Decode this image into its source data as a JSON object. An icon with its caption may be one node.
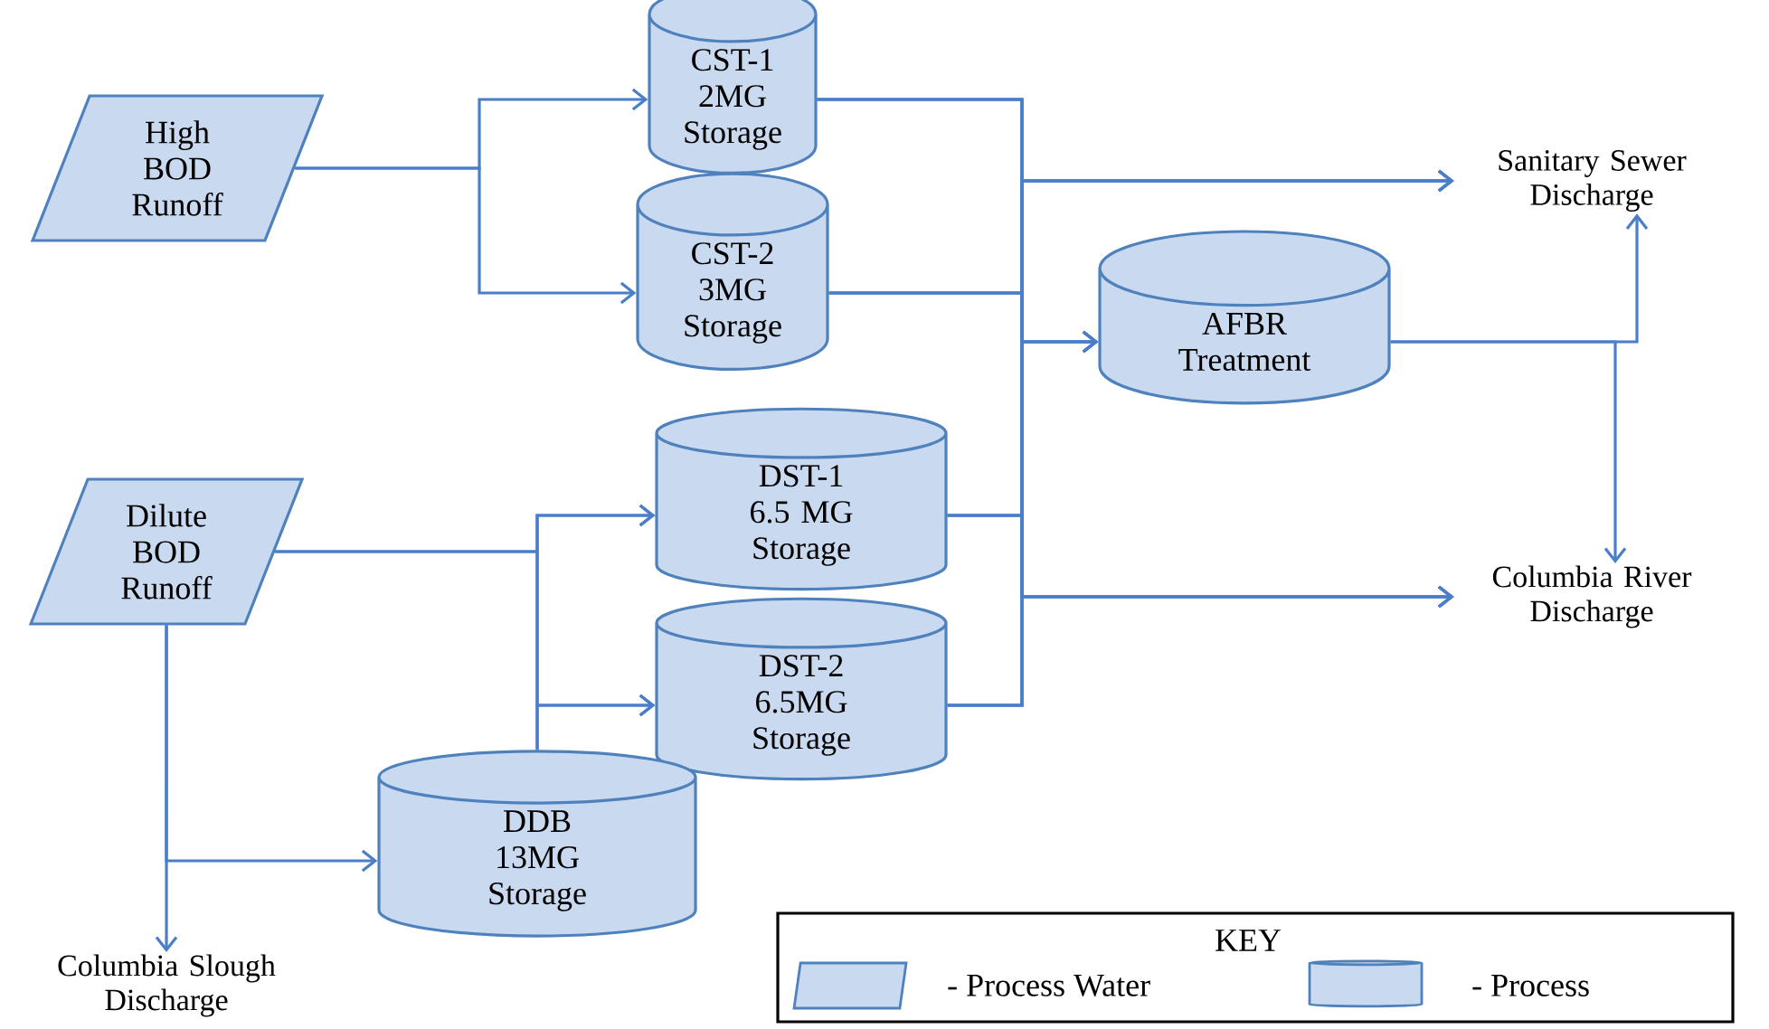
{
  "diagram": {
    "nodes": [
      {
        "text": [
          "High BOD Runoff"
        ]
      },
      {
        "text": [
          "CST-1 2MG Storage"
        ]
      },
      {
        "text": [
          "CST-2 3MG Storage"
        ]
      },
      {
        "text": [
          "AFBR Treatment"
        ]
      },
      {
        "text": [
          "Sanitary Sewer Discharge"
        ]
      },
      {
        "text": [
          "Dilute BOD Runoff"
        ]
      },
      {
        "text": [
          "DST-1 6.5 MG Storage"
        ]
      },
      {
        "text": [
          "DST-2 6.5MG Storage"
        ]
      },
      {
        "text": [
          "Columbia River Discharge"
        ]
      },
      {
        "text": [
          "DDB 13MG Storage"
        ]
      },
      {
        "text": [
          "Columbia Slough Discharge"
        ]
      }
    ],
    "edges": [
      {
        "from": 0,
        "to": 1,
        "arrow": "to"
      },
      {
        "from": 0,
        "to": 2,
        "arrow": "to"
      },
      {
        "from": 1,
        "to": 4,
        "arrow": "to"
      },
      {
        "from": 1,
        "to": 3,
        "arrow": "to"
      },
      {
        "from": 1,
        "to": 8,
        "arrow": "to"
      },
      {
        "from": 2,
        "to": 4,
        "arrow": "to"
      },
      {
        "from": 2,
        "to": 3,
        "arrow": "to"
      },
      {
        "from": 2,
        "to": 8,
        "arrow": "to"
      },
      {
        "from": 6,
        "to": 4,
        "arrow": "to"
      },
      {
        "from": 6,
        "to": 3,
        "arrow": "to"
      },
      {
        "from": 6,
        "to": 8,
        "arrow": "to"
      },
      {
        "from": 7,
        "to": 4,
        "arrow": "to"
      },
      {
        "from": 7,
        "to": 3,
        "arrow": "to"
      },
      {
        "from": 7,
        "to": 8,
        "arrow": "to"
      },
      {
        "from": 3,
        "to": 4,
        "arrow": "to"
      },
      {
        "from": 3,
        "to": 8,
        "arrow": "to"
      },
      {
        "from": 5,
        "to": 6,
        "arrow": "to"
      },
      {
        "from": 5,
        "to": 7,
        "arrow": "to"
      },
      {
        "from": 5,
        "to": 9,
        "arrow": "to"
      },
      {
        "from": 5,
        "to": 10,
        "arrow": "to"
      },
      {
        "from": 9,
        "to": 6,
        "arrow": "to"
      },
      {
        "from": 9,
        "to": 7,
        "arrow": "to"
      }
    ],
    "labels": [
      "KEY"
    ],
    "legend": [
      {
        "text": "- Process Water"
      },
      {
        "text": "- Process"
      }
    ]
  }
}
